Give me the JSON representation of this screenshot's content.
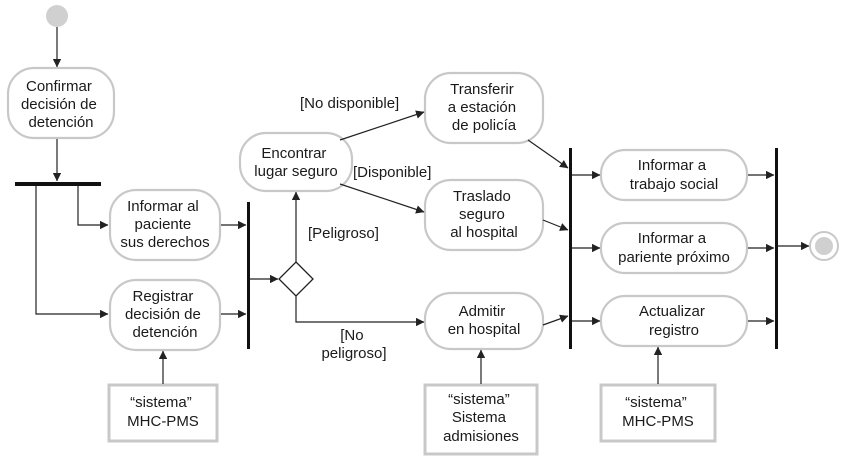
{
  "activities": {
    "confirm_decision": [
      "Confirmar",
      "decisión de",
      "detención"
    ],
    "inform_patient": [
      "Informar al",
      "paciente",
      "sus derechos"
    ],
    "register_decision": [
      "Registrar",
      "decisión de",
      "detención"
    ],
    "find_safe_place": [
      "Encontrar",
      "lugar seguro"
    ],
    "transfer_police": [
      "Transferir",
      "a estación",
      "de policía"
    ],
    "safe_transfer_hospital": [
      "Traslado",
      "seguro",
      "al hospital"
    ],
    "admit_hospital": [
      "Admitir",
      "en hospital"
    ],
    "inform_social_work": [
      "Informar a",
      "trabajo social"
    ],
    "inform_next_of_kin": [
      "Informar a",
      "pariente próximo"
    ],
    "update_record": [
      "Actualizar",
      "registro"
    ]
  },
  "systems": {
    "mhc_pms_left": [
      "“sistema”",
      "MHC-PMS"
    ],
    "admissions": [
      "“sistema”",
      "Sistema",
      "admisiones"
    ],
    "mhc_pms_right": [
      "“sistema”",
      "MHC-PMS"
    ]
  },
  "guards": {
    "not_available": "[No disponible]",
    "available": "[Disponible]",
    "dangerous": "[Peligroso]",
    "not_dangerous": [
      "[No",
      "peligroso]"
    ]
  },
  "colors": {
    "node_border": "#c8c8c8",
    "initial_node": "#d0d0d0",
    "bar": "#111111",
    "edge": "#222222"
  }
}
